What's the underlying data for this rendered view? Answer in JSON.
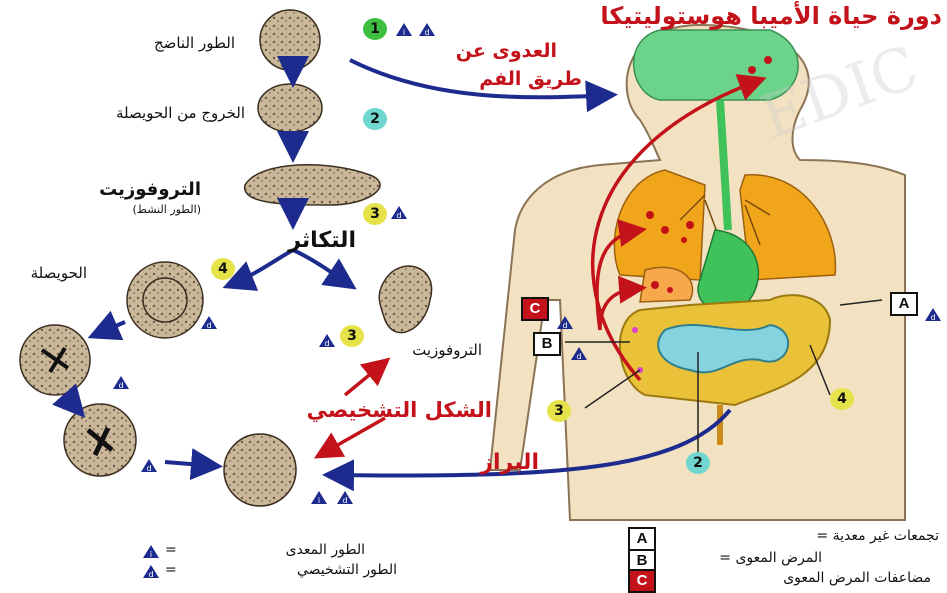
{
  "title_line1": "دورة حياة الأميبا هوستوليتيكا",
  "infection": {
    "line1": "العدوى عن",
    "line2": "طريق الفم"
  },
  "stage_labels": {
    "mature": "الطور الناضج",
    "excystation": "الخروج من الحويصلة",
    "trophozoite": "التروفوزيت",
    "active_stage": "(الطور النشط)",
    "multiplication": "التكاثر",
    "cyst": "الحويصلة",
    "trophozoite2": "التروفوزيت",
    "diagnostic_form": "الشكل التشخيصي",
    "feces": "البراز"
  },
  "step_numbers": {
    "n1": "1",
    "n2": "2",
    "n3": "3",
    "n4": "4",
    "n3b": "3",
    "body_n2": "2",
    "body_n3": "3",
    "body_n4": "4"
  },
  "site_markers": {
    "a": "A",
    "b": "B",
    "c": "C"
  },
  "triangle_letters": {
    "infective": "i",
    "diagnostic": "d"
  },
  "legend_left": {
    "infective": "الطور المعدى",
    "diagnostic": "الطور التشخيصي",
    "eq": "="
  },
  "legend_right": [
    {
      "marker": "A",
      "text": "تجمعات غير معدية ="
    },
    {
      "marker": "B",
      "text": "المرض المعوى ="
    },
    {
      "marker": "C",
      "text": "مضاعفات المرض المعوى"
    }
  ],
  "watermark": "EDIC",
  "colors": {
    "blue_arrow": "#1d2b8e",
    "red_arrow": "#c4121a",
    "num_green": "#3fbf3f",
    "num_cyan": "#6fd6d0",
    "num_yellow": "#e6e24a",
    "skin": "#f3e2c2",
    "lungs": "#f0a51b",
    "stomach": "#3fc25a",
    "colon": "#e9c23a",
    "intestine": "#86d3e0"
  }
}
